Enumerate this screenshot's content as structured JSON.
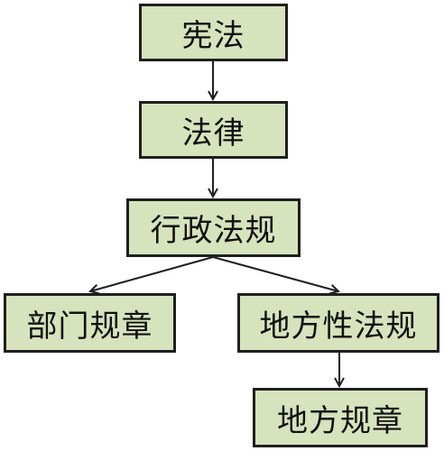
{
  "colors": {
    "node_fill": "#d6e3bc",
    "border": "#1f1f1f",
    "arrow": "#1f1f1f"
  },
  "nodes": {
    "constitution": "宪法",
    "law": "法律",
    "administrative_regulations": "行政法规",
    "departmental_rules": "部门规章",
    "local_regulations": "地方性法规",
    "local_rules": "地方规章"
  },
  "edges": [
    {
      "from": "constitution",
      "to": "law"
    },
    {
      "from": "law",
      "to": "administrative_regulations"
    },
    {
      "from": "administrative_regulations",
      "to": "departmental_rules"
    },
    {
      "from": "administrative_regulations",
      "to": "local_regulations"
    },
    {
      "from": "local_regulations",
      "to": "local_rules"
    }
  ]
}
